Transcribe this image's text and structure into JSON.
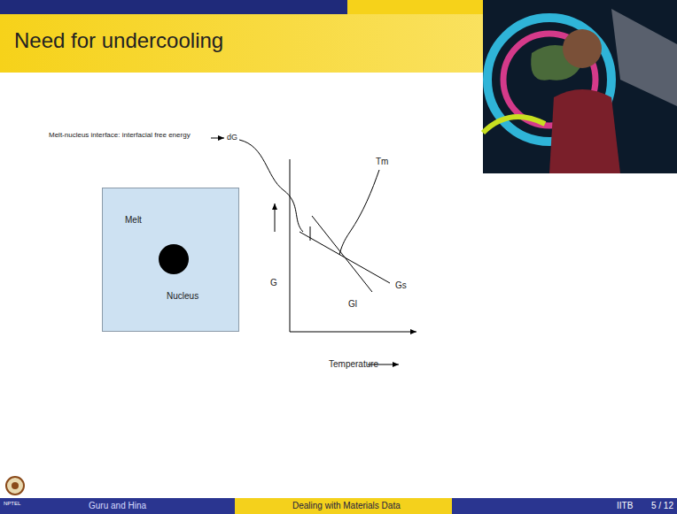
{
  "diagram": {
    "title": "Need for undercooling",
    "nodes": [
      {
        "text": [
          "Melt",
          "Nucleus"
        ]
      }
    ],
    "labels": [
      "Melt-nucleus interface: interfacial free energy",
      "dG",
      "Tm",
      "G",
      "Gs",
      "Gl",
      "Temperature",
      "NPTEL",
      "Guru and Hina",
      "Dealing with Materials Data",
      "IITB",
      "5 / 12"
    ]
  }
}
